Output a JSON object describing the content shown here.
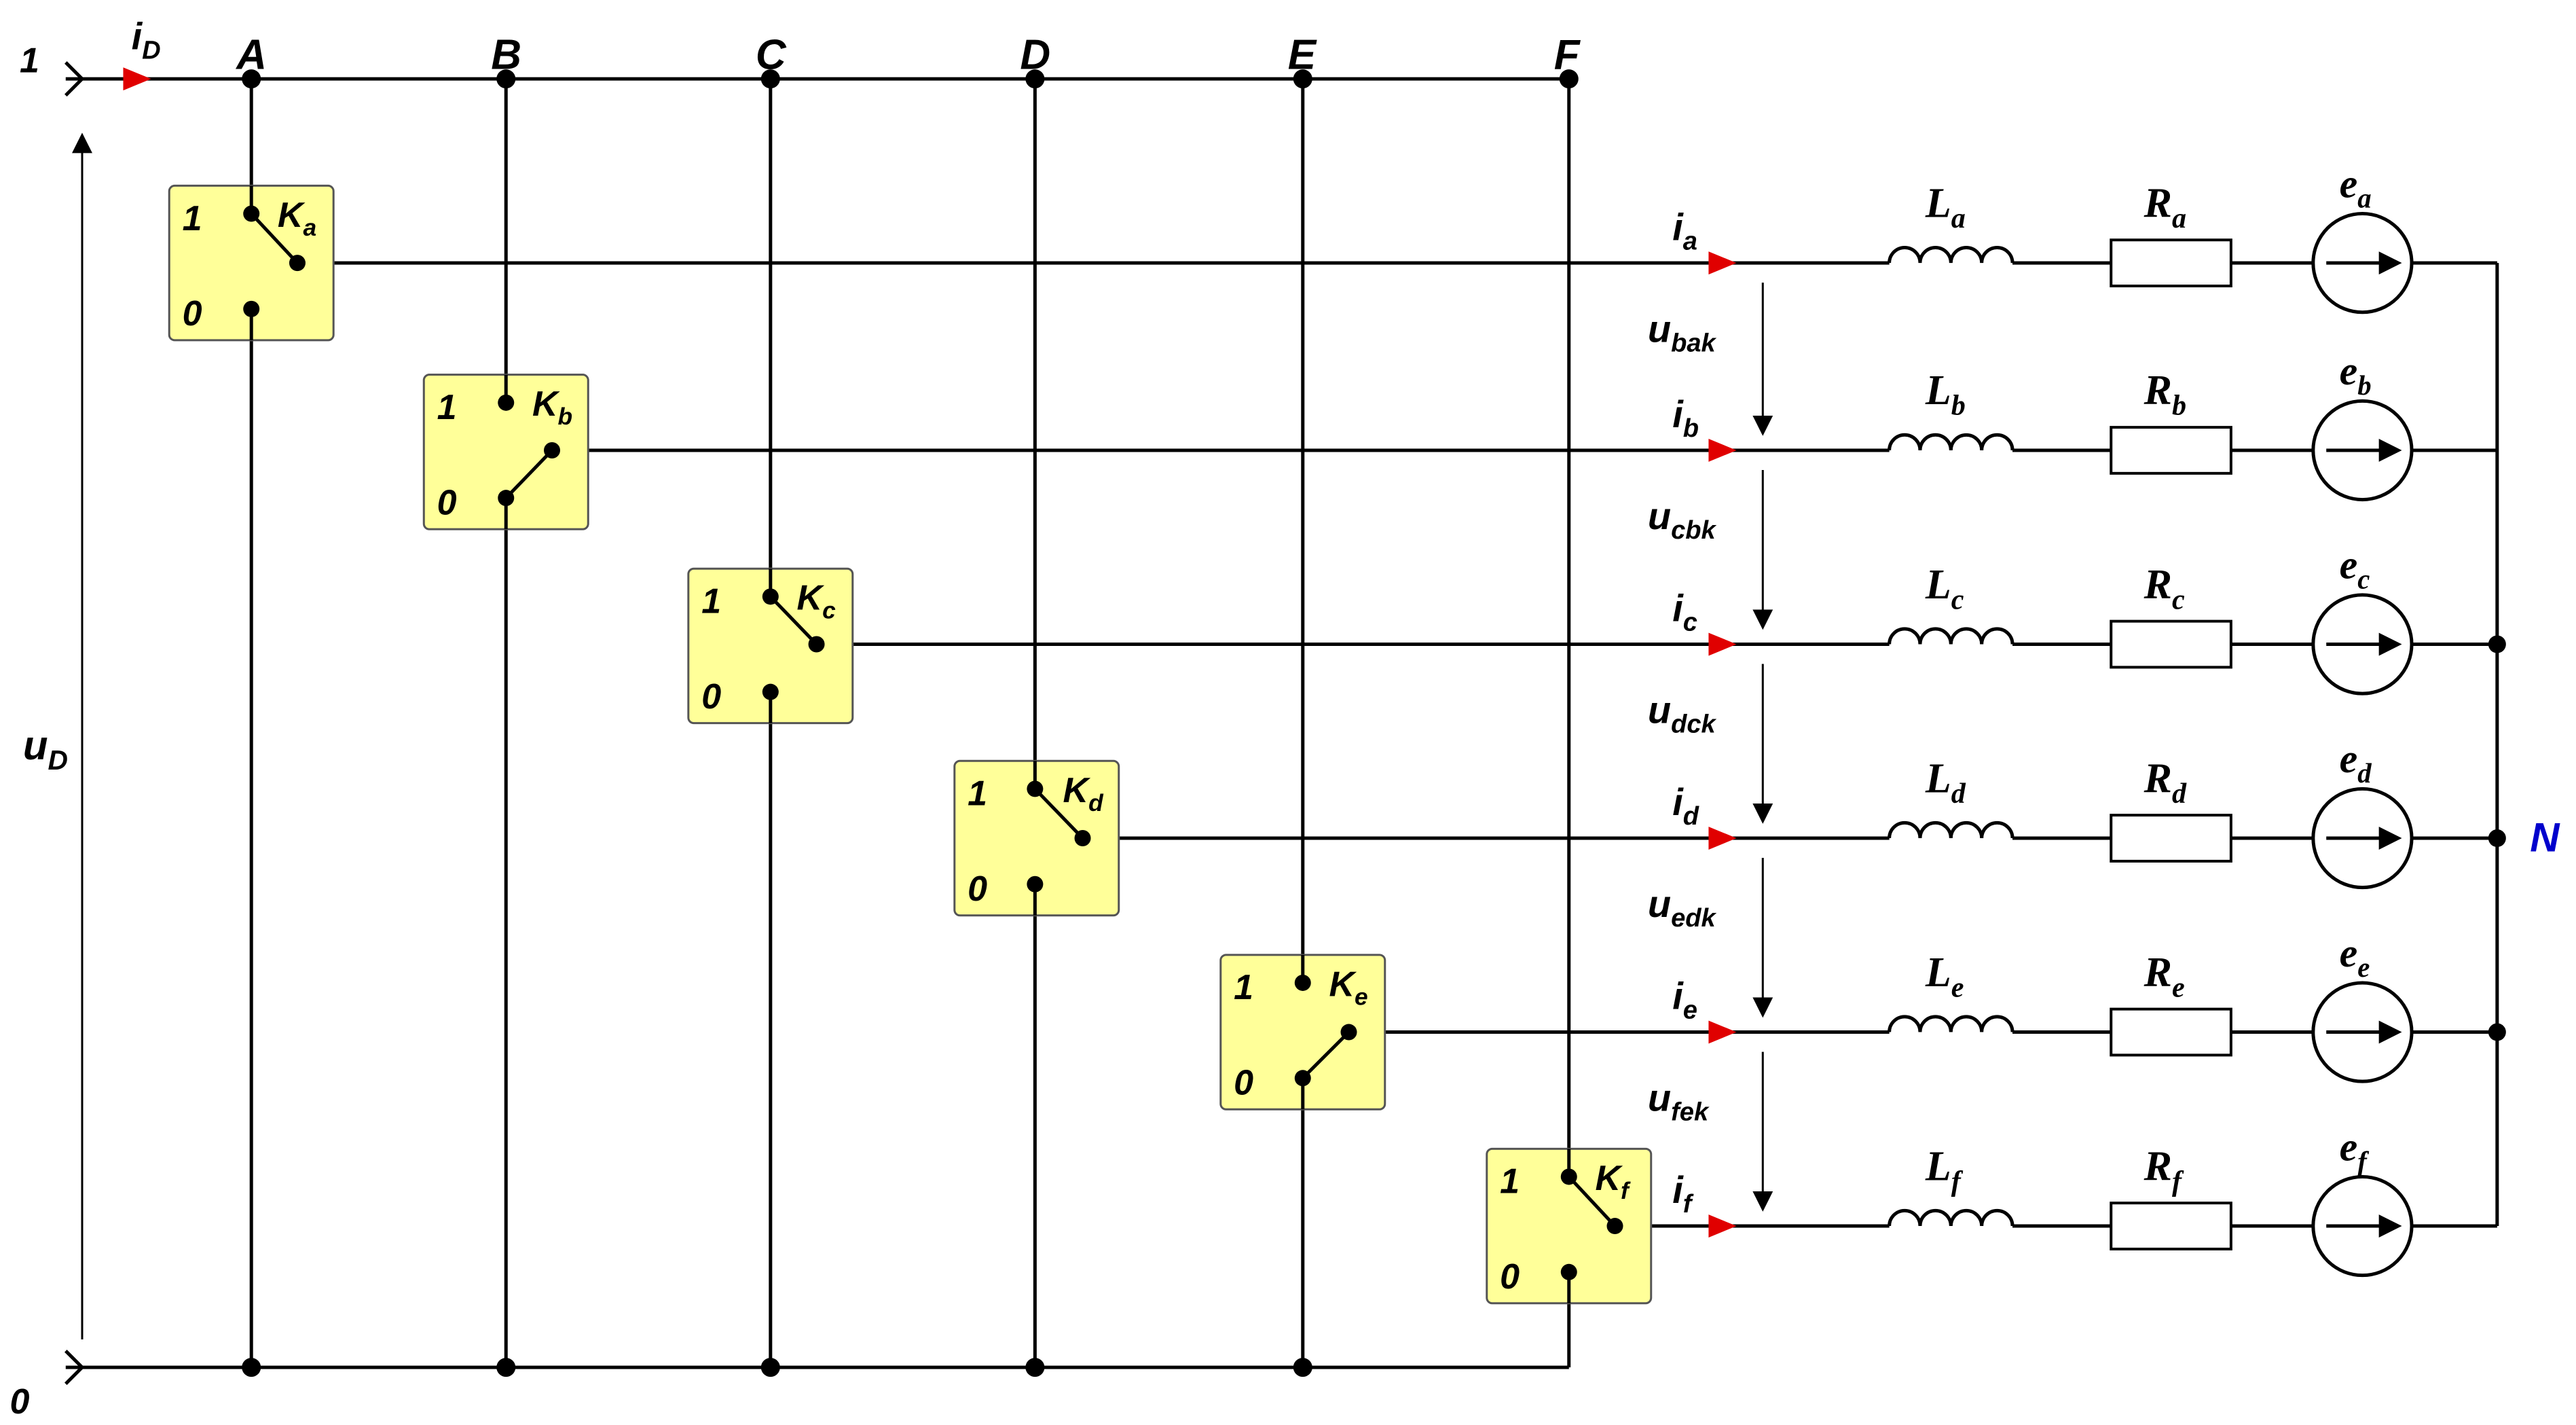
{
  "colors": {
    "switch_fill": "#ffff99",
    "arrow_red": "#e00000",
    "node_label_blue": "#0000cc",
    "wire": "#000000"
  },
  "terminals": {
    "top": "1",
    "bottom": "0"
  },
  "source": {
    "current_main": "i",
    "current_sub": "D",
    "voltage_main": "u",
    "voltage_sub": "D"
  },
  "buses": [
    "A",
    "B",
    "C",
    "D",
    "E",
    "F"
  ],
  "neutral": "N",
  "phases": [
    {
      "key": "a",
      "switch_main": "K",
      "switch_sub": "a",
      "pos1": "1",
      "pos0": "0",
      "switch_state": 1,
      "current_main": "i",
      "current_sub": "a",
      "L_main": "L",
      "L_sub": "a",
      "R_main": "R",
      "R_sub": "a",
      "e_main": "e",
      "e_sub": "a"
    },
    {
      "key": "b",
      "switch_main": "K",
      "switch_sub": "b",
      "pos1": "1",
      "pos0": "0",
      "switch_state": 0,
      "current_main": "i",
      "current_sub": "b",
      "L_main": "L",
      "L_sub": "b",
      "R_main": "R",
      "R_sub": "b",
      "e_main": "e",
      "e_sub": "b"
    },
    {
      "key": "c",
      "switch_main": "K",
      "switch_sub": "c",
      "pos1": "1",
      "pos0": "0",
      "switch_state": 1,
      "current_main": "i",
      "current_sub": "c",
      "L_main": "L",
      "L_sub": "c",
      "R_main": "R",
      "R_sub": "c",
      "e_main": "e",
      "e_sub": "c"
    },
    {
      "key": "d",
      "switch_main": "K",
      "switch_sub": "d",
      "pos1": "1",
      "pos0": "0",
      "switch_state": 1,
      "current_main": "i",
      "current_sub": "d",
      "L_main": "L",
      "L_sub": "d",
      "R_main": "R",
      "R_sub": "d",
      "e_main": "e",
      "e_sub": "d"
    },
    {
      "key": "e",
      "switch_main": "K",
      "switch_sub": "e",
      "pos1": "1",
      "pos0": "0",
      "switch_state": 0,
      "current_main": "i",
      "current_sub": "e",
      "L_main": "L",
      "L_sub": "e",
      "R_main": "R",
      "R_sub": "e",
      "e_main": "e",
      "e_sub": "e"
    },
    {
      "key": "f",
      "switch_main": "K",
      "switch_sub": "f",
      "pos1": "1",
      "pos0": "0",
      "switch_state": 1,
      "current_main": "i",
      "current_sub": "f",
      "L_main": "L",
      "L_sub": "f",
      "R_main": "R",
      "R_sub": "f",
      "e_main": "e",
      "e_sub": "f"
    }
  ],
  "line_voltages": [
    {
      "main": "u",
      "sub": "bak"
    },
    {
      "main": "u",
      "sub": "cbk"
    },
    {
      "main": "u",
      "sub": "dck"
    },
    {
      "main": "u",
      "sub": "edk"
    },
    {
      "main": "u",
      "sub": "fek"
    }
  ]
}
